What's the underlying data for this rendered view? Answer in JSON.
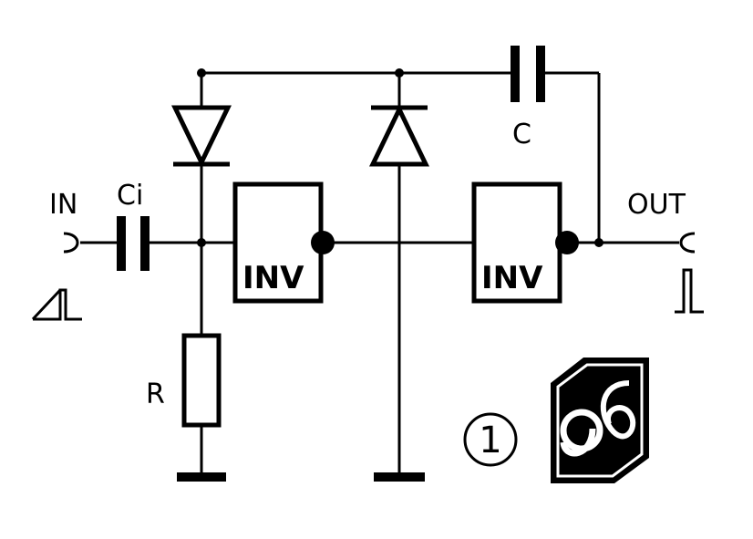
{
  "labels": {
    "input": "IN",
    "input_cap": "Ci",
    "feedback_cap": "C",
    "output": "OUT",
    "resistor": "R",
    "inverter_1": "INV",
    "inverter_2": "INV",
    "figure_number": "1"
  },
  "icons": {
    "input_edge": "rising-edge-symbol",
    "output_pulse": "pulse-symbol",
    "logo": "ge-monogram-logo"
  },
  "colors": {
    "line": "#000000",
    "background": "#ffffff"
  }
}
